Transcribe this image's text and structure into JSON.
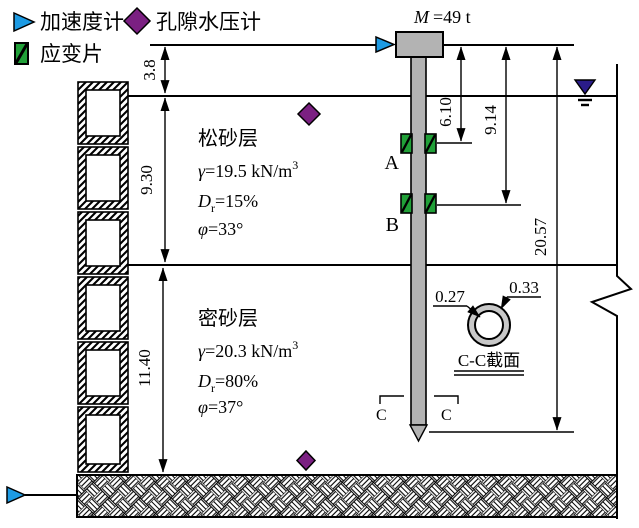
{
  "legend": {
    "accelerometer": "加速度计",
    "pore_pressure_gauge": "孔隙水压计",
    "strain_gauge": "应变片"
  },
  "pile": {
    "mass_symbol": "M",
    "mass_value": "=49 t",
    "gauge_a_label": "A",
    "gauge_b_label": "B"
  },
  "layers": {
    "loose": {
      "name": "松砂层",
      "unit_weight_symbol": "γ",
      "unit_weight_value": "=19.5 kN/m",
      "unit_weight_exp": "3",
      "density_symbol": "D",
      "density_sub": "r",
      "density_value": "=15%",
      "friction_symbol": "φ",
      "friction_value": "=33°"
    },
    "dense": {
      "name": "密砂层",
      "unit_weight_symbol": "γ",
      "unit_weight_value": "=20.3 kN/m",
      "unit_weight_exp": "3",
      "density_symbol": "D",
      "density_sub": "r",
      "density_value": "=80%",
      "friction_symbol": "φ",
      "friction_value": "=37°"
    }
  },
  "dimensions": {
    "cap_to_ground": "3.8",
    "loose_layer_depth": "9.30",
    "dense_layer_depth": "11.40",
    "gauge_a_depth": "6.10",
    "gauge_b_depth": "9.14",
    "pile_embedment": "20.57"
  },
  "section": {
    "inner_diameter": "0.27",
    "outer_diameter": "0.33",
    "label": "C-C截面",
    "mark_left": "C",
    "mark_right": "C"
  },
  "colors": {
    "accelerometer": "#1d9be4",
    "pore_gauge": "#7b2082",
    "strain_gauge": "#21a038",
    "pile_gray": "#b3b3b3",
    "ring_gray": "#c8c8c8",
    "water_table": "#2a1c8a"
  }
}
